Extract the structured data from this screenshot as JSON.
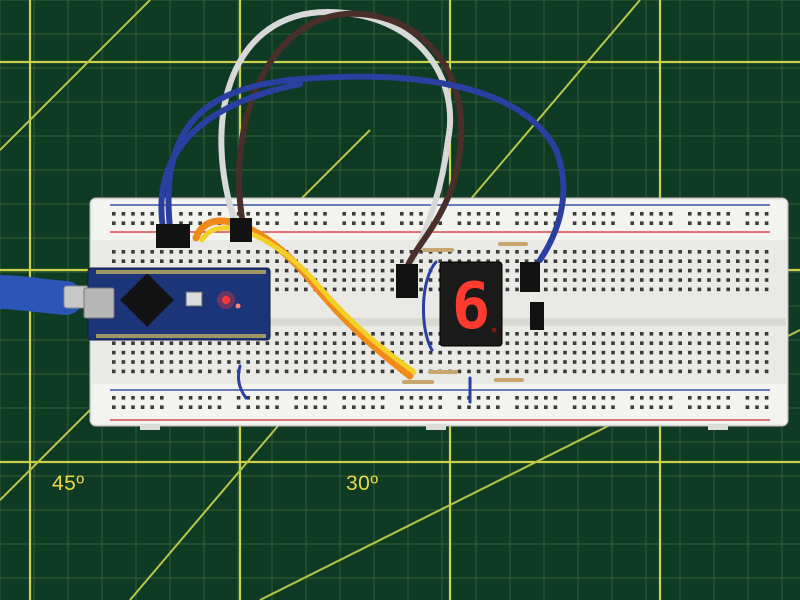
{
  "cutting_mat": {
    "angle_label_left": "45º",
    "angle_label_right": "30º",
    "grid_color": "#c9d24a",
    "mat_color": "#0f3a24"
  },
  "breadboard": {
    "color": "#e9e9e6",
    "rail_red": "#d84a4a",
    "rail_blue": "#3a55a8"
  },
  "arduino": {
    "board_color": "#1c3478",
    "led_color": "#ff3a3a"
  },
  "seven_segment": {
    "digit": "6",
    "segment_color": "#ff3b2f"
  },
  "wires": {
    "blue": "#2a3fa0",
    "white": "#d8d8d8",
    "brown": "#4a2e2a",
    "orange": "#f08a18",
    "yellow": "#f2d028"
  },
  "usb_cable_color": "#2b56b8"
}
